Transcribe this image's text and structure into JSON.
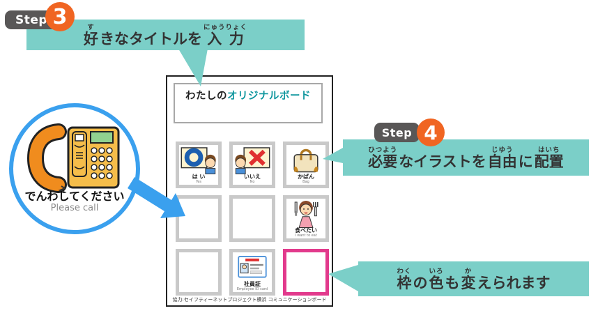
{
  "colors": {
    "teal_banner": "#7bcfc8",
    "badge_gray": "#595757",
    "badge_orange": "#f06522",
    "blue_accent": "#3aa0ee",
    "pink_frame": "#e23a8c",
    "title_teal": "#0e969e"
  },
  "step3": {
    "label": "Step",
    "number": "3"
  },
  "step4": {
    "label": "Step",
    "number": "4"
  },
  "banner_title_input": {
    "ruby": [
      {
        "b": "好",
        "r": "す"
      },
      {
        "b": "きなタイトルを",
        "r": ""
      },
      {
        "b": "入力",
        "r": "にゅうりょく"
      }
    ]
  },
  "banner_place_illustrations": {
    "ruby": [
      {
        "b": "必要",
        "r": "ひつよう"
      },
      {
        "b": "なイラストを",
        "r": ""
      },
      {
        "b": "自由",
        "r": "じゆう"
      },
      {
        "b": "に",
        "r": ""
      },
      {
        "b": "配置",
        "r": "はいち"
      }
    ]
  },
  "banner_frame_color": {
    "ruby": [
      {
        "b": "枠",
        "r": "わく"
      },
      {
        "b": "の",
        "r": ""
      },
      {
        "b": "色",
        "r": "いろ"
      },
      {
        "b": "も",
        "r": ""
      },
      {
        "b": "変",
        "r": "か"
      },
      {
        "b": "えられます",
        "r": ""
      }
    ]
  },
  "phone": {
    "caption_jp": "でんわしてください",
    "caption_en": "Please call"
  },
  "board": {
    "title_prefix": "わたしの",
    "title_accent": "オリジナルボード",
    "footer": "協力:セイフティーネットプロジェクト横浜 コミュニケーションボード",
    "cells": [
      {
        "label": "は い",
        "sublabel": "Yes"
      },
      {
        "label": "いいえ",
        "sublabel": "No"
      },
      {
        "label": "かばん",
        "sublabel": "Bag"
      },
      {
        "label": "",
        "sublabel": ""
      },
      {
        "label": "",
        "sublabel": ""
      },
      {
        "label": "食べたい",
        "sublabel": "I want to eat"
      },
      {
        "label": "",
        "sublabel": ""
      },
      {
        "label": "社員証",
        "sublabel": "Employee ID card"
      },
      {
        "label": "",
        "sublabel": ""
      }
    ]
  }
}
